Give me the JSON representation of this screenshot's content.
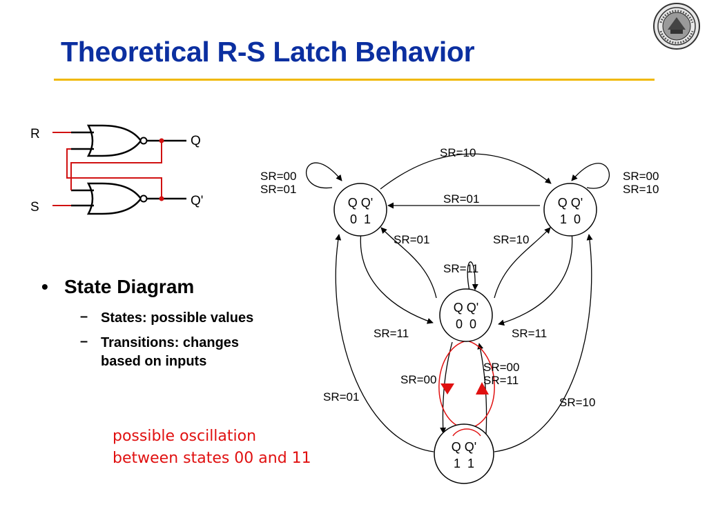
{
  "title": "Theoretical R-S Latch Behavior",
  "logo": {
    "name": "university-seal"
  },
  "circuit": {
    "r": "R",
    "s": "S",
    "q": "Q",
    "qbar": "Q'"
  },
  "bullets": {
    "main": "State Diagram",
    "bullet_glyph": "•",
    "dash_glyph": "–",
    "sub1": "States: possible values",
    "sub2_line1": "Transitions: changes",
    "sub2_line2": "based on inputs"
  },
  "note": {
    "line1": "possible oscillation",
    "line2": "between states 00 and 11"
  },
  "states": {
    "s01": {
      "header": "Q Q'",
      "values": "0  1"
    },
    "s10": {
      "header": "Q Q'",
      "values": "1  0"
    },
    "s00": {
      "header": "Q Q'",
      "values": "0  0"
    },
    "s11": {
      "header": "Q Q'",
      "values": "1  1"
    }
  },
  "labels": {
    "top_sr10": "SR=10",
    "left_loop1": "SR=00",
    "left_loop2": "SR=01",
    "right_loop1": "SR=00",
    "right_loop2": "SR=10",
    "mid_sr01": "SR=01",
    "left_down_sr01": "SR=01",
    "right_down_sr10": "SR=10",
    "center_loop_sr11": "SR=11",
    "left_sr11": "SR=11",
    "right_sr11": "SR=11",
    "down_sr00": "SR=00",
    "up_sr00": "SR=00",
    "up_sr11": "SR=11",
    "outer_left_sr01": "SR=01",
    "outer_right_sr10": "SR=10"
  },
  "colors": {
    "title": "#0b2fa0",
    "rule": "#f0b800",
    "wire": "#d01010",
    "oscillation": "#e01010"
  }
}
